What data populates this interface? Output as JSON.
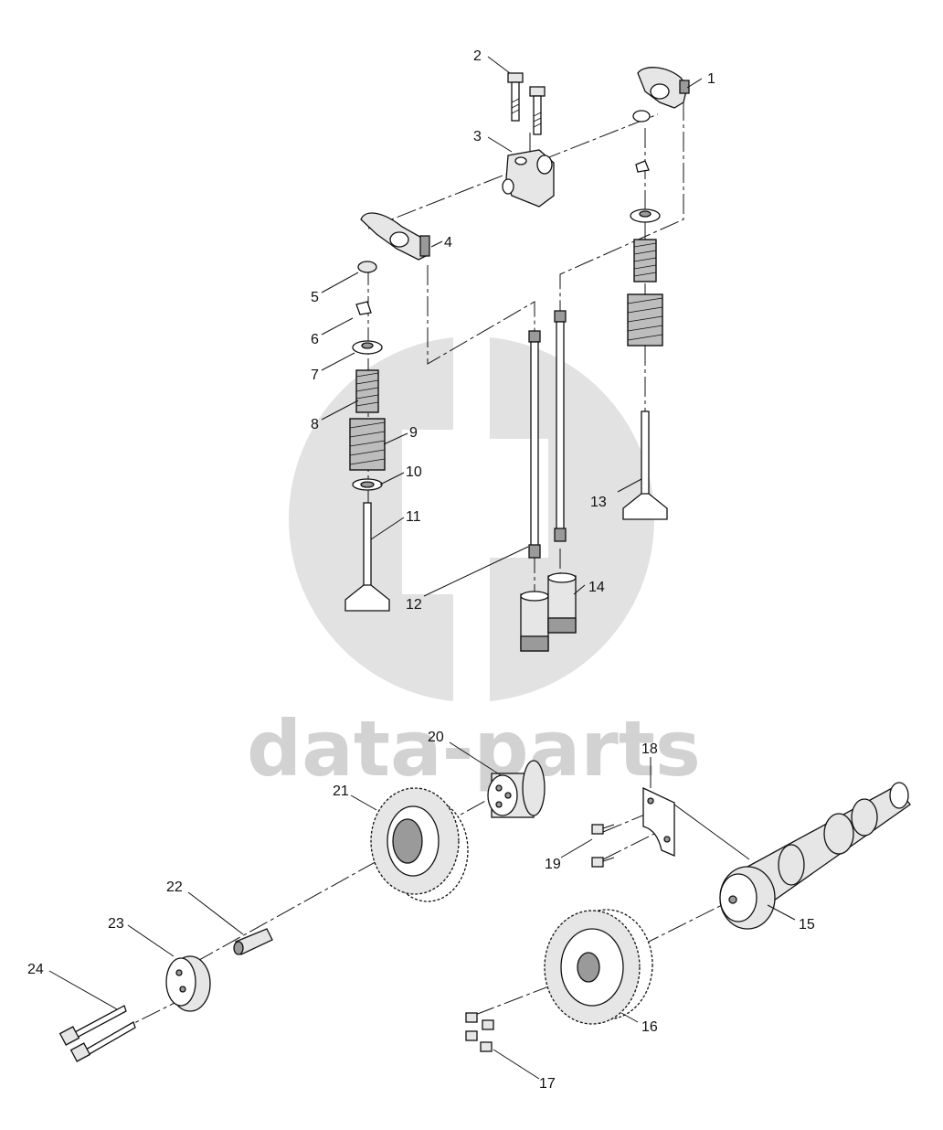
{
  "watermark": {
    "text": "data-parts",
    "color": "#d2d2d2"
  },
  "callouts": [
    "1",
    "2",
    "3",
    "4",
    "5",
    "6",
    "7",
    "8",
    "9",
    "10",
    "11",
    "12",
    "13",
    "14",
    "15",
    "16",
    "17",
    "18",
    "19",
    "20",
    "21",
    "22",
    "23",
    "24"
  ]
}
